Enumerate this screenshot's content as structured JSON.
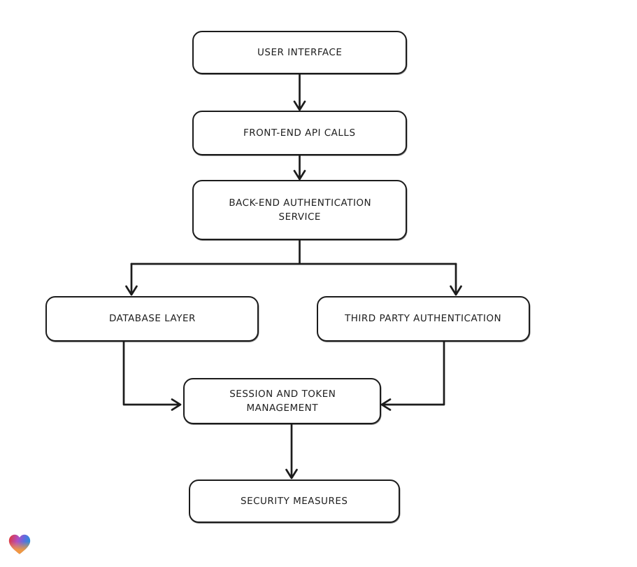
{
  "page": {
    "background_color": "#ffffff"
  },
  "diagram": {
    "type": "flowchart",
    "style": "hand-drawn",
    "stroke_color": "#1c1c1c",
    "node_fill_color": "#ffffff",
    "nodes": [
      {
        "id": "user-interface",
        "label": "USER INTERFACE"
      },
      {
        "id": "front-end-api-calls",
        "label": "FRONT-END API CALLS"
      },
      {
        "id": "back-end-auth-service",
        "label": "BACK-END AUTHENTICATION SERVICE"
      },
      {
        "id": "database-layer",
        "label": "DATABASE LAYER"
      },
      {
        "id": "third-party-authentication",
        "label": "THIRD PARTY AUTHENTICATION"
      },
      {
        "id": "session-token-management",
        "label": "SESSION AND TOKEN MANAGEMENT"
      },
      {
        "id": "security-measures",
        "label": "SECURITY MEASURES"
      }
    ],
    "edges": [
      {
        "from": "user-interface",
        "to": "front-end-api-calls"
      },
      {
        "from": "front-end-api-calls",
        "to": "back-end-auth-service"
      },
      {
        "from": "back-end-auth-service",
        "to": "database-layer"
      },
      {
        "from": "back-end-auth-service",
        "to": "third-party-authentication"
      },
      {
        "from": "database-layer",
        "to": "session-token-management"
      },
      {
        "from": "third-party-authentication",
        "to": "session-token-management"
      },
      {
        "from": "session-token-management",
        "to": "security-measures"
      }
    ]
  },
  "logo": {
    "icon": "heart-icon",
    "colors": {
      "red": "#e6372e",
      "purple": "#b04fc4",
      "blue": "#2d8ed8",
      "orange": "#f69a3b"
    }
  }
}
